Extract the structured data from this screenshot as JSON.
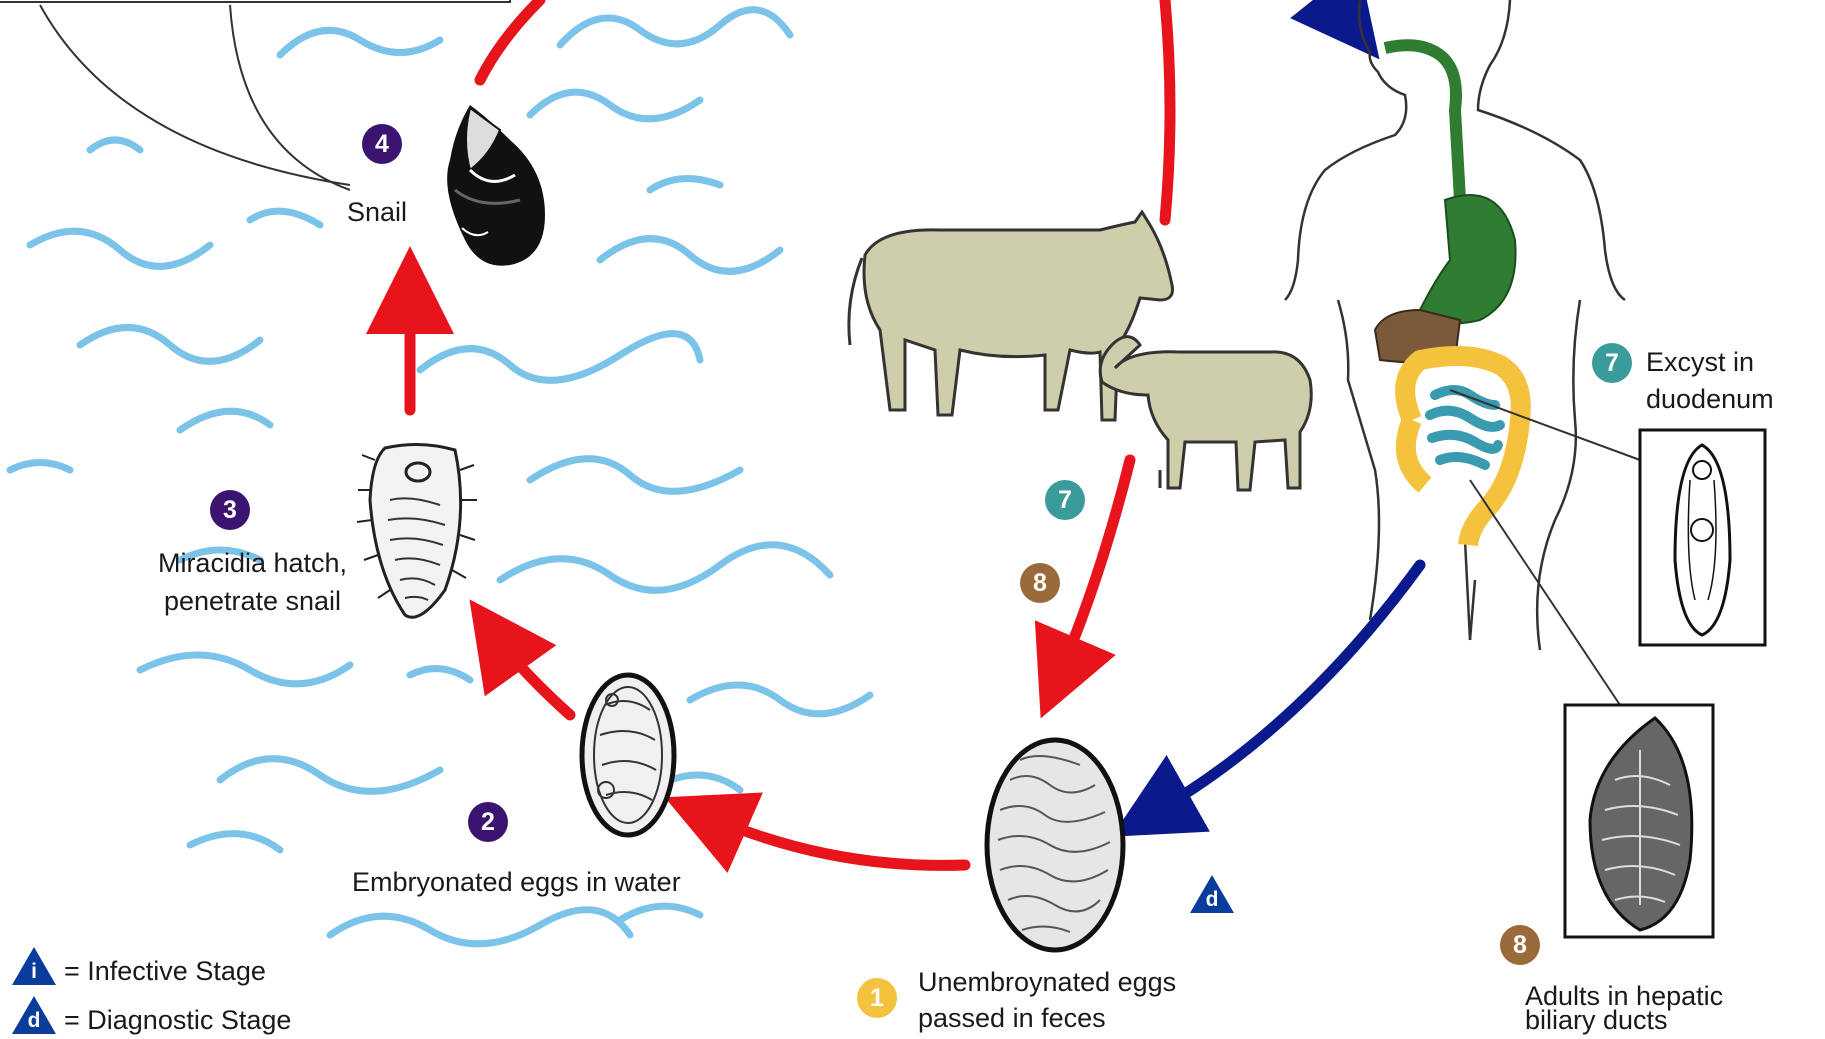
{
  "legend": {
    "infective_letter": "i",
    "infective_text": "= Infective Stage",
    "diagnostic_letter": "d",
    "diagnostic_text": "= Diagnostic Stage"
  },
  "stages": {
    "snail": {
      "number": "4",
      "label": "Snail"
    },
    "miracidia": {
      "number": "3",
      "label_line1": "Miracidia hatch,",
      "label_line2": "penetrate snail"
    },
    "embryonated": {
      "number": "2",
      "label": "Embryonated eggs in water"
    },
    "unembryonated": {
      "number": "1",
      "label_line1": "Unembroynated eggs",
      "label_line2": "passed in feces"
    },
    "diagnostic_marker": "d",
    "animal_marker_7": "7",
    "animal_marker_8": "8",
    "excyst": {
      "number": "7",
      "label_line1": "Excyst in",
      "label_line2": "duodenum"
    },
    "adults": {
      "number": "8",
      "label_line1": "Adults in hepatic",
      "label_line2": "biliary ducts"
    }
  },
  "colors": {
    "red_arrow": "#e8141c",
    "blue_arrow": "#0a1a8c",
    "water": "#7cc3ea",
    "purple_badge": "#3a1470",
    "teal_badge": "#3a9b9b",
    "brown_badge": "#9a6a3a",
    "yellow_badge": "#f4c23c",
    "animal_fill": "#cfceaa",
    "esophagus": "#2e7d32",
    "liver": "#7a5a3a",
    "colon": "#f4c23c",
    "small_intestine": "#3a9bb0"
  }
}
